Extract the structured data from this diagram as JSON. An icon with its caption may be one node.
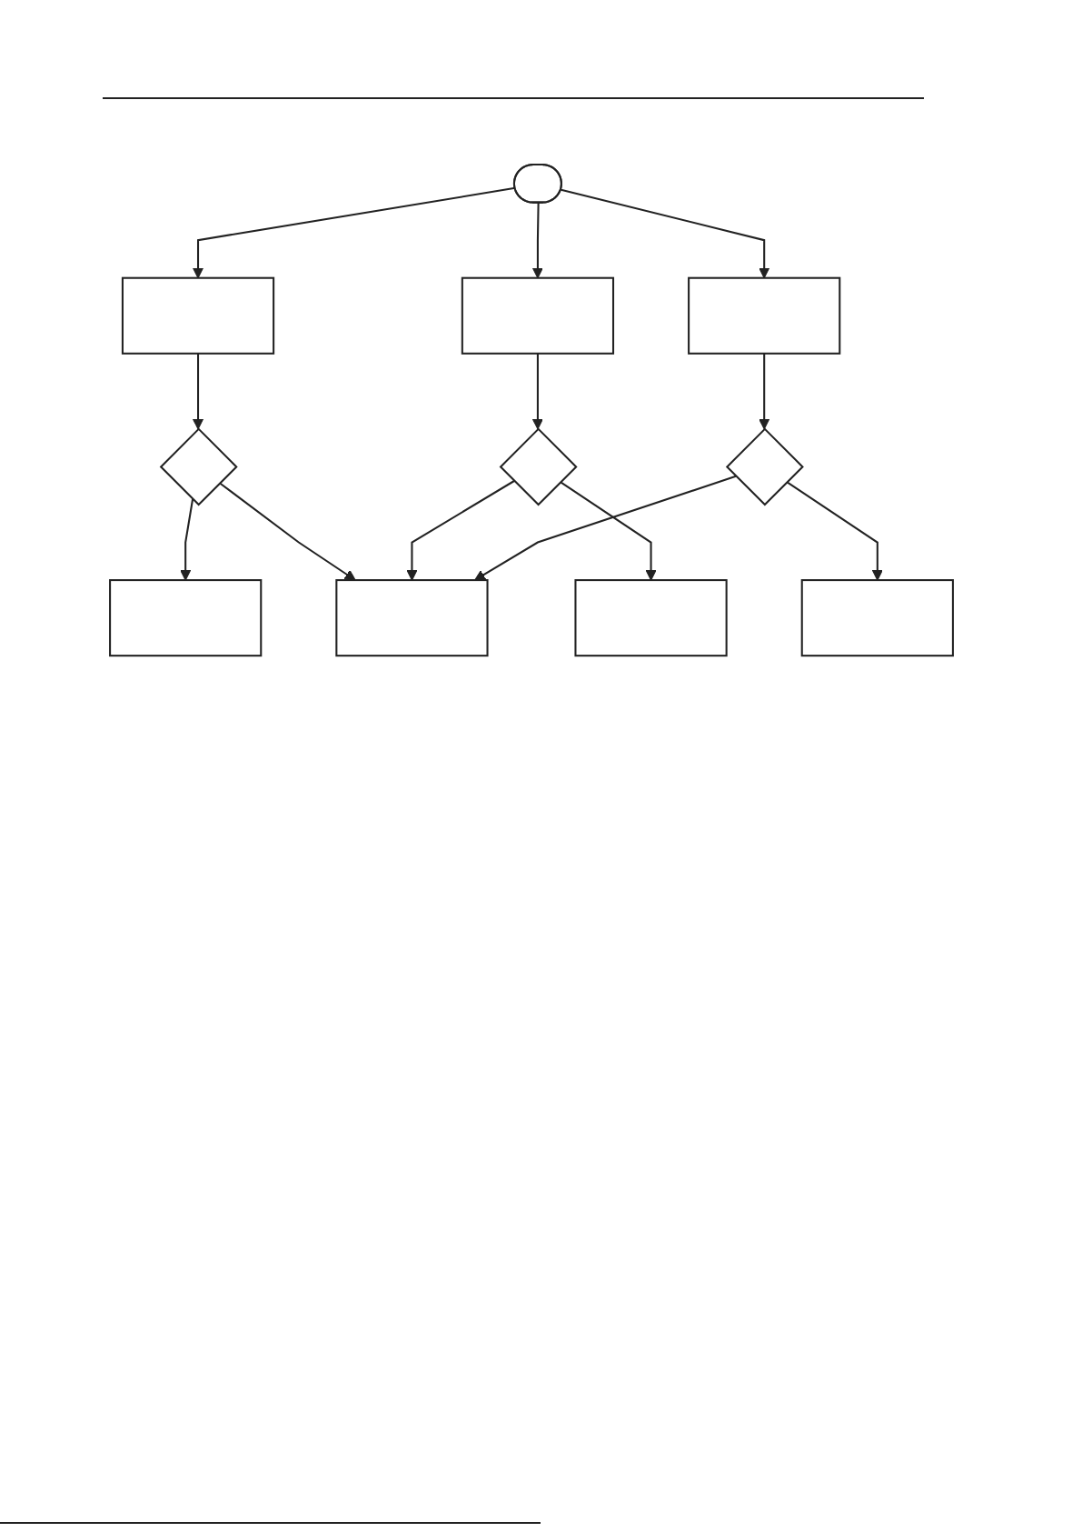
{
  "diagram": {
    "nodes": [
      {
        "text": [],
        "shape": "ellipse"
      },
      {
        "text": [],
        "shape": "box"
      },
      {
        "text": [],
        "shape": "box"
      },
      {
        "text": [],
        "shape": "box"
      },
      {
        "text": [],
        "shape": "diamond"
      },
      {
        "text": [],
        "shape": "box"
      },
      {
        "text": [],
        "shape": "diamond"
      },
      {
        "text": [],
        "shape": "box"
      },
      {
        "text": [],
        "shape": "box"
      },
      {
        "text": [],
        "shape": "diamond"
      },
      {
        "text": [],
        "shape": "box"
      }
    ],
    "edges": [
      {
        "from": 0,
        "to": 1,
        "arrow": "to"
      },
      {
        "from": 0,
        "to": 2,
        "arrow": "to"
      },
      {
        "from": 0,
        "to": 3,
        "arrow": "to"
      },
      {
        "from": 1,
        "to": 4,
        "arrow": "to"
      },
      {
        "from": 4,
        "to": 5,
        "arrow": "to"
      },
      {
        "from": 4,
        "to": 7,
        "arrow": "to"
      },
      {
        "from": 2,
        "to": 6,
        "arrow": "to"
      },
      {
        "from": 6,
        "to": 7,
        "arrow": "to"
      },
      {
        "from": 6,
        "to": 8,
        "arrow": "to"
      },
      {
        "from": 3,
        "to": 9,
        "arrow": "to"
      },
      {
        "from": 9,
        "to": 7,
        "arrow": "to"
      },
      {
        "from": 9,
        "to": 10,
        "arrow": "to"
      }
    ]
  }
}
